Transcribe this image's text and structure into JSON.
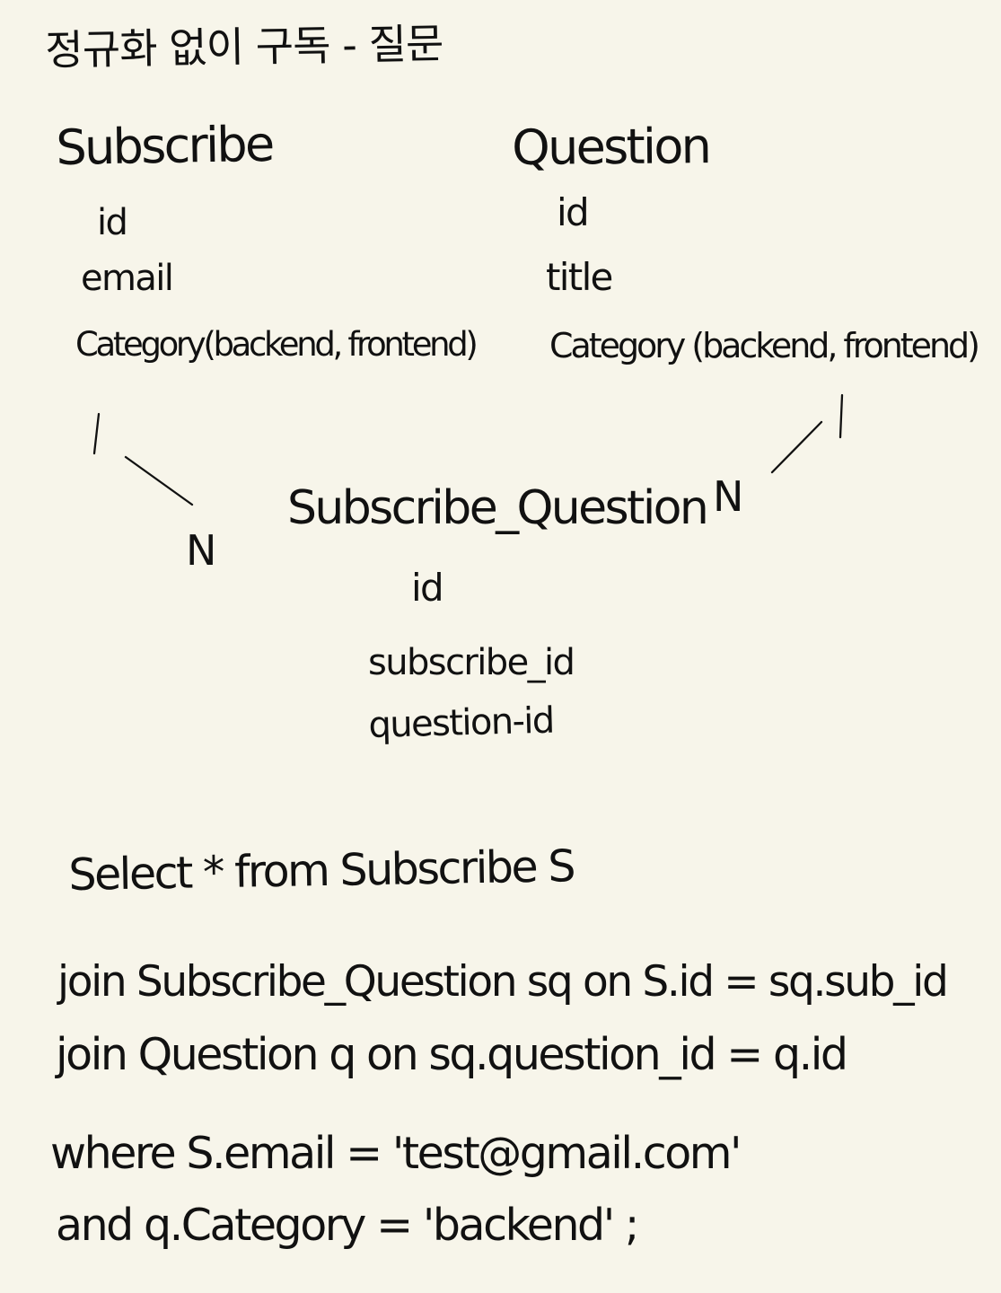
{
  "title": "정규화 없이 구독 - 질문",
  "entities": {
    "subscribe": {
      "name": "Subscribe",
      "fields": [
        "id",
        "email",
        "Category(backend, frontend)"
      ]
    },
    "question": {
      "name": "Question",
      "fields": [
        "id",
        "title",
        "Category (backend, frontend)"
      ]
    },
    "subscribe_question": {
      "name": "Subscribe_Question",
      "fields": [
        "id",
        "subscribe_id",
        "question-id"
      ]
    }
  },
  "relationships": {
    "subscribe_one": "1",
    "subscribe_many": "N",
    "question_one": "1",
    "question_many": "N"
  },
  "query": [
    "Select * from Subscribe S",
    "join Subscribe_Question sq on S.id = sq.sub_id",
    "join Question q on sq.question_id = q.id",
    "where S.email = 'test@gmail.com'",
    "and q.Category = 'backend' ;"
  ]
}
